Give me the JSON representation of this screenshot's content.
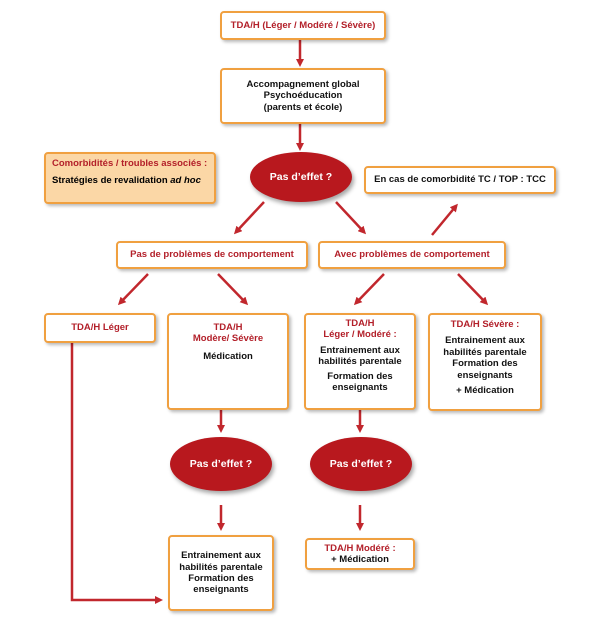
{
  "nodes": {
    "tdah": "TDA/H (Léger / Modéré / Sévère)",
    "accompagnement": {
      "line1": "Accompagnement global",
      "line2": "Psychoéducation",
      "line3": "(parents et école)"
    },
    "comorbidites": {
      "title": "Comorbidités / troubles associés :",
      "text": "Stratégies de revalidation",
      "text_italic": "ad hoc"
    },
    "pas_effet_1": "Pas d’effet ?",
    "comorbidite_tc": "En cas de comorbidité TC / TOP : TCC",
    "pas_problemes": "Pas de problèmes de comportement",
    "avec_problemes": "Avec problèmes de comportement",
    "tdah_leger": "TDA/H Léger",
    "modere_severe": {
      "title1": "TDA/H",
      "title2": "Modère/ Sévère",
      "text": "Médication"
    },
    "leger_modere": {
      "title1": "TDA/H",
      "title2": "Léger / Modéré :",
      "text1": "Entrainement aux",
      "text2": "habilités parentale",
      "text3": "Formation des",
      "text4": "enseignants"
    },
    "severe": {
      "title": "TDA/H Sévère :",
      "text1": "Entrainement aux",
      "text2": "habilités parentale",
      "text3": "Formation des",
      "text4": "enseignants",
      "text5": "+ Médication"
    },
    "pas_effet_2": "Pas d’effet ?",
    "pas_effet_3": "Pas d’effet ?",
    "entrainement_final": {
      "text1": "Entrainement aux",
      "text2": "habilités parentale",
      "text3": "Formation des",
      "text4": "enseignants"
    },
    "modere_medication": {
      "title": "TDA/H Modéré :",
      "text": "+ Médication"
    }
  },
  "colors": {
    "box_border": "#f0a040",
    "ellipse": "#b8181e",
    "arrow": "#c1272d",
    "title_text": "#b3202a",
    "comorbidity_fill": "#fbd7a6"
  }
}
